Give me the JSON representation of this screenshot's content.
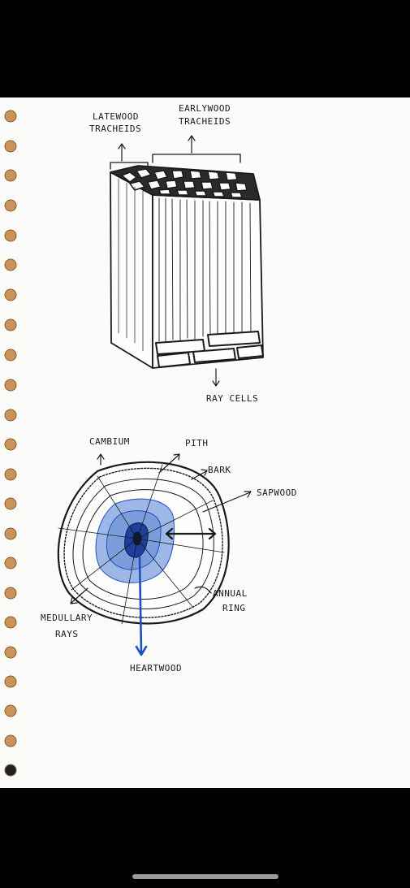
{
  "diagram_top": {
    "latewood": [
      "LATEWOOD",
      "TRACHEIDS"
    ],
    "earlywood": [
      "EARLYWOOD",
      "TRACHEIDS"
    ],
    "ray_cells": "RAY CELLS"
  },
  "diagram_bottom": {
    "cambium": "CAMBIUM",
    "pith": "PITH",
    "bark": "BARK",
    "sapwood": "SAPWOOD",
    "medullary": [
      "MEDULLARY",
      "RAYS"
    ],
    "annual": [
      "ANNUAL",
      "RING"
    ],
    "heartwood": "HEARTWOOD"
  },
  "colors": {
    "ink": "#1a1a1a",
    "heartwood_blue": "#1f4fbf",
    "light_blue": "#9db7e6",
    "hole_punch": "#c9935a"
  }
}
